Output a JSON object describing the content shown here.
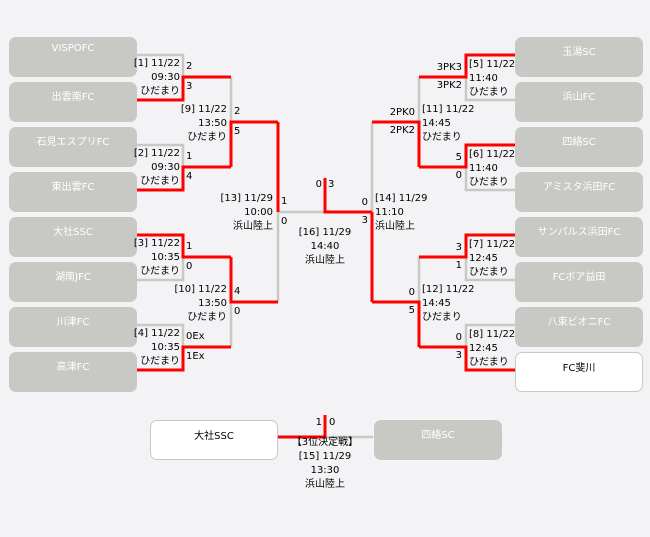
{
  "colors": {
    "winner_line": "#ff0000",
    "loser_line": "#c8c9c5",
    "eliminated_team": "#c8c9c5",
    "active_team": "#ffffff",
    "background": "#f3f2f5"
  },
  "teams": {
    "left": [
      "VISPOFC",
      "出雲南FC",
      "石見エスプリFC",
      "東出雲FC",
      "大社SSC",
      "湖南JFC",
      "川津FC",
      "高津FC"
    ],
    "right": [
      "玉湯SC",
      "浜山FC",
      "四絡SC",
      "アミスタ浜田FC",
      "サンパルス浜田FC",
      "FCボア益田",
      "八束ビオニFC",
      "FC斐川"
    ]
  },
  "third_place": {
    "left_team": "大社SSC",
    "right_team": "四絡SC",
    "title": "【3位決定戦】",
    "label": "[15] 11/29",
    "time": "13:30",
    "venue": "浜山陸上",
    "score_left": "1",
    "score_right": "0"
  },
  "matches": {
    "m1": {
      "label": "[1] 11/22",
      "time": "09:30",
      "venue": "ひだまり",
      "score_top": "2",
      "score_bottom": "3"
    },
    "m2": {
      "label": "[2] 11/22",
      "time": "09:30",
      "venue": "ひだまり",
      "score_top": "1",
      "score_bottom": "4"
    },
    "m3": {
      "label": "[3] 11/22",
      "time": "10:35",
      "venue": "ひだまり",
      "score_top": "1",
      "score_bottom": "0"
    },
    "m4": {
      "label": "[4] 11/22",
      "time": "10:35",
      "venue": "ひだまり",
      "score_top": "0Ex",
      "score_bottom": "1Ex"
    },
    "m5": {
      "label": "[5] 11/22",
      "time": "11:40",
      "venue": "ひだまり",
      "score_top": "3PK3",
      "score_bottom": "3PK2"
    },
    "m6": {
      "label": "[6] 11/22",
      "time": "11:40",
      "venue": "ひだまり",
      "score_top": "5",
      "score_bottom": "0"
    },
    "m7": {
      "label": "[7] 11/22",
      "time": "12:45",
      "venue": "ひだまり",
      "score_top": "3",
      "score_bottom": "1"
    },
    "m8": {
      "label": "[8] 11/22",
      "time": "12:45",
      "venue": "ひだまり",
      "score_top": "0",
      "score_bottom": "3"
    },
    "m9": {
      "label": "[9] 11/22",
      "time": "13:50",
      "venue": "ひだまり",
      "score_top": "2",
      "score_bottom": "5"
    },
    "m10": {
      "label": "[10] 11/22",
      "time": "13:50",
      "venue": "ひだまり",
      "score_top": "4",
      "score_bottom": "0"
    },
    "m11": {
      "label": "[11] 11/22",
      "time": "14:45",
      "venue": "ひだまり",
      "score_top": "2PK0",
      "score_bottom": "2PK2"
    },
    "m12": {
      "label": "[12] 11/22",
      "time": "14:45",
      "venue": "ひだまり",
      "score_top": "0",
      "score_bottom": "5"
    },
    "m13": {
      "label": "[13] 11/29",
      "time": "10:00",
      "venue": "浜山陸上",
      "score_top": "1",
      "score_bottom": "0"
    },
    "m14": {
      "label": "[14] 11/29",
      "time": "11:10",
      "venue": "浜山陸上",
      "score_top": "0",
      "score_bottom": "3"
    },
    "m16": {
      "label": "[16] 11/29",
      "time": "14:40",
      "venue": "浜山陸上",
      "score_left": "0",
      "score_right": "3"
    }
  }
}
